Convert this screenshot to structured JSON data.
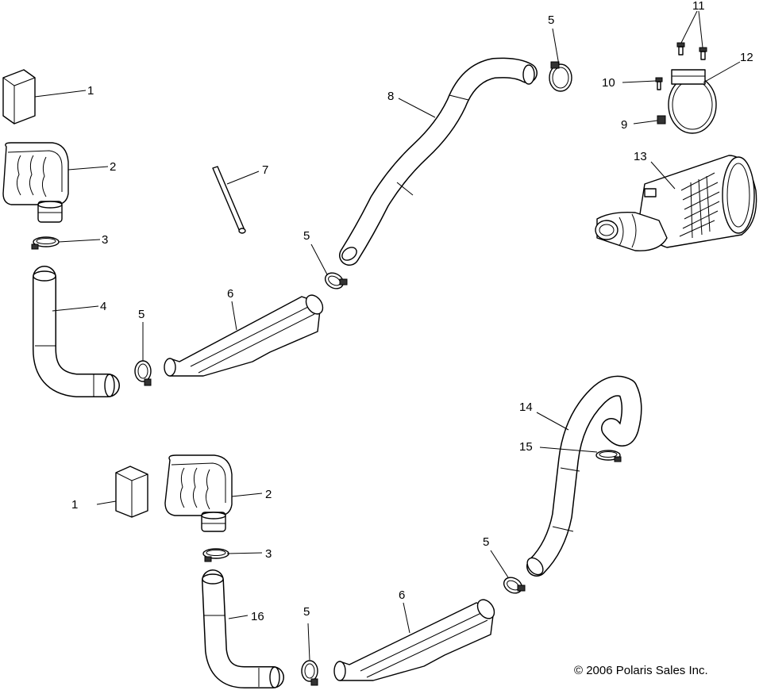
{
  "callouts": {
    "c1a": "1",
    "c1b": "1",
    "c2a": "2",
    "c2b": "2",
    "c3a": "3",
    "c3b": "3",
    "c4": "4",
    "c5a": "5",
    "c5b": "5",
    "c5c": "5",
    "c5d": "5",
    "c5e": "5",
    "c6a": "6",
    "c6b": "6",
    "c7": "7",
    "c8": "8",
    "c9": "9",
    "c10": "10",
    "c11": "11",
    "c12": "12",
    "c13": "13",
    "c14": "14",
    "c15": "15",
    "c16": "16"
  },
  "copyright": "© 2006 Polaris Sales Inc."
}
